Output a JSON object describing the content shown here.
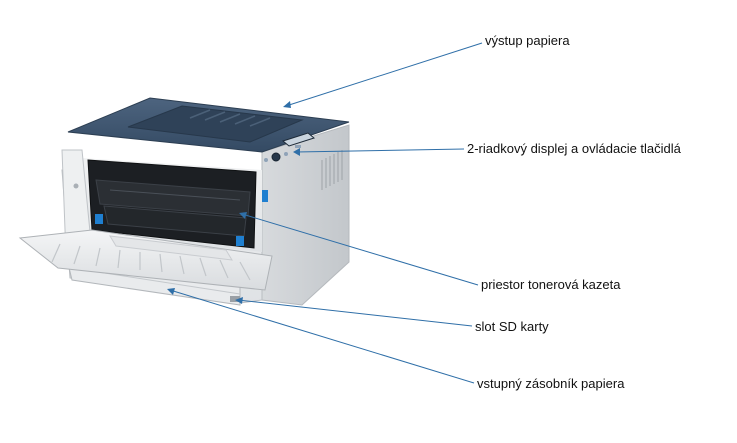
{
  "labels": {
    "paper_output": "výstup papiera",
    "display_controls": "2-riadkový displej a ovládacie tlačidlá",
    "toner_bay": "priestor tonerová kazeta",
    "sd_slot": "slot SD karty",
    "input_tray": "vstupný zásobník papiera"
  },
  "colors": {
    "top_cover": "#3f5670",
    "body": "#e6e8ea",
    "interior": "#1c1f23",
    "leader_lines": "#2f6fa8",
    "accent_blue": "#1f7fd0"
  }
}
